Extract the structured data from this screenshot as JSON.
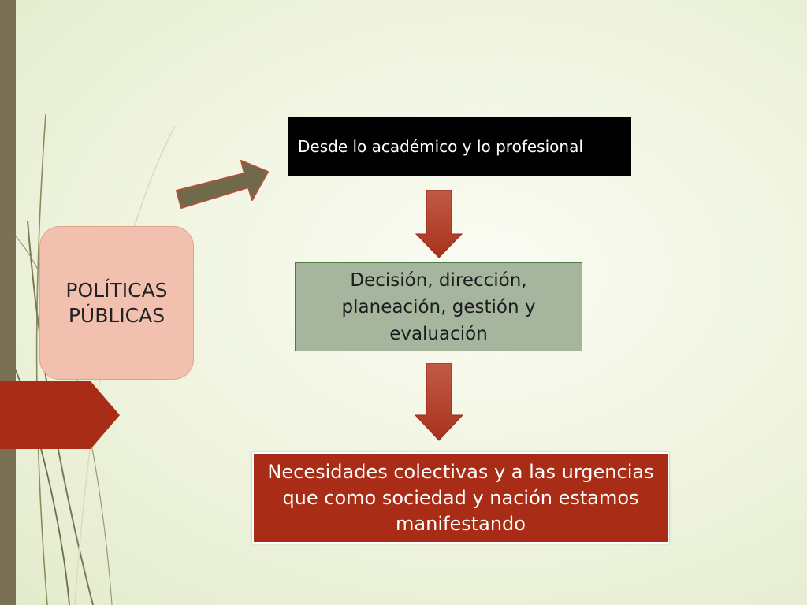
{
  "diagram": {
    "main_label": "POLÍTICAS PÚBLICAS",
    "top_box": "Desde lo académico y lo profesional",
    "middle_box": "Decisión, dirección, planeación, gestión y evaluación",
    "bottom_box": "Necesidades colectivas y a las urgencias que como sociedad y nación estamos manifestando"
  },
  "colors": {
    "main_box_fill": "#f2c0ae",
    "top_box_fill": "#000000",
    "middle_box_fill": "#a6b59d",
    "bottom_box_fill": "#a92d16",
    "down_arrow_fill": "#b03a22",
    "diagonal_arrow_fill": "#6f6a4c",
    "left_bar": "#7a7155"
  }
}
